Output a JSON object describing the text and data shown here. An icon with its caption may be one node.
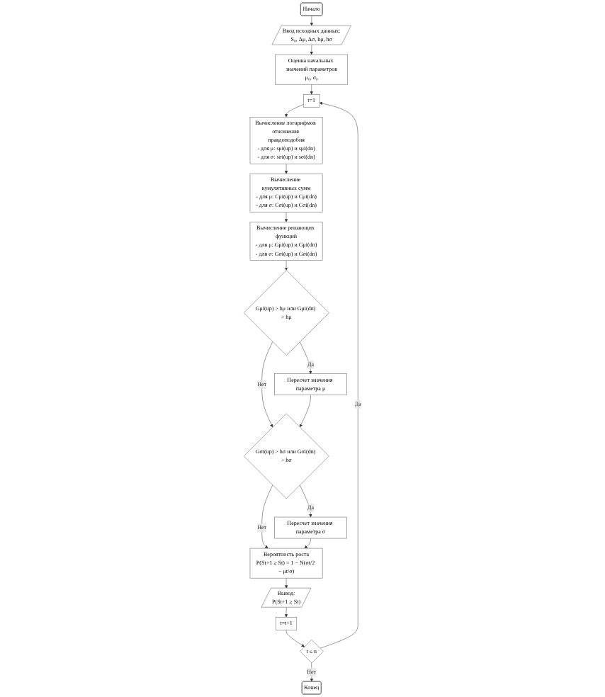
{
  "diagram": {
    "nodes": [
      {
        "text": [
          "Начало"
        ]
      },
      {
        "text": [
          "Ввод исходных данных:",
          "S₀, Δμ, Δσ, hμ, hσ"
        ]
      },
      {
        "text": [
          "Оценка начальных значений параметров",
          "μ₀, σ₀"
        ]
      },
      {
        "text": [
          "t=1"
        ]
      },
      {
        "text": [
          "Вычисление логарифмов отношения правдоподобия",
          "- для μ: sμi(up) и sμi(dn)",
          "- для σ: sσi(up) и sσi(dn)"
        ]
      },
      {
        "text": [
          "Вычисление кумулятивных сумм",
          "- для μ: Cμi(up) и Cμi(dn)",
          "- для σ: Cσi(up) и Cσi(dn)"
        ]
      },
      {
        "text": [
          "Вычисление решающих функций",
          "- для μ: Gμi(up) и Gμi(dn)",
          "- для σ: Gσi(up) и Gσi(dn)"
        ]
      },
      {
        "text": [
          "Gμi(up) > hμ или Gμi(dn) > hμ"
        ]
      },
      {
        "text": [
          "Пересчет значения параметра μ"
        ]
      },
      {
        "text": [
          "Gσi(up) > hσ или Gσi(dn) > hσ"
        ]
      },
      {
        "text": [
          "Пересчет значения параметра σ"
        ]
      },
      {
        "text": [
          "Вероятность роста",
          "P(St+1 ≥ St) = 1 − N(σt/2 − μt/σ)"
        ]
      },
      {
        "text": [
          "Вывод:",
          "P(St+1 ≥ St)"
        ]
      },
      {
        "text": [
          "t=t+1"
        ]
      },
      {
        "text": [
          "t ≤ n"
        ]
      },
      {
        "text": [
          "Конец"
        ]
      }
    ],
    "edges": [
      {
        "from": 0,
        "to": 1,
        "arrow": "to"
      },
      {
        "from": 1,
        "to": 2,
        "arrow": "to"
      },
      {
        "from": 2,
        "to": 3,
        "arrow": "to"
      },
      {
        "from": 3,
        "to": 4,
        "arrow": "to"
      },
      {
        "from": 4,
        "to": 5,
        "arrow": "to"
      },
      {
        "from": 5,
        "to": 6,
        "arrow": "to"
      },
      {
        "from": 6,
        "to": 7,
        "arrow": "to"
      },
      {
        "from": 7,
        "to": 8,
        "arrow": "to",
        "label": "Да"
      },
      {
        "from": 7,
        "to": 9,
        "arrow": "to",
        "label": "Нет"
      },
      {
        "from": 8,
        "to": 9,
        "arrow": "to"
      },
      {
        "from": 9,
        "to": 10,
        "arrow": "to",
        "label": "Да"
      },
      {
        "from": 9,
        "to": 11,
        "arrow": "to",
        "label": "Нет"
      },
      {
        "from": 10,
        "to": 11,
        "arrow": "to"
      },
      {
        "from": 11,
        "to": 12,
        "arrow": "to"
      },
      {
        "from": 12,
        "to": 13,
        "arrow": "to"
      },
      {
        "from": 13,
        "to": 14,
        "arrow": "to"
      },
      {
        "from": 14,
        "to": 3,
        "arrow": "to",
        "label": "Да"
      },
      {
        "from": 14,
        "to": 15,
        "arrow": "to",
        "label": "Нет"
      }
    ]
  }
}
